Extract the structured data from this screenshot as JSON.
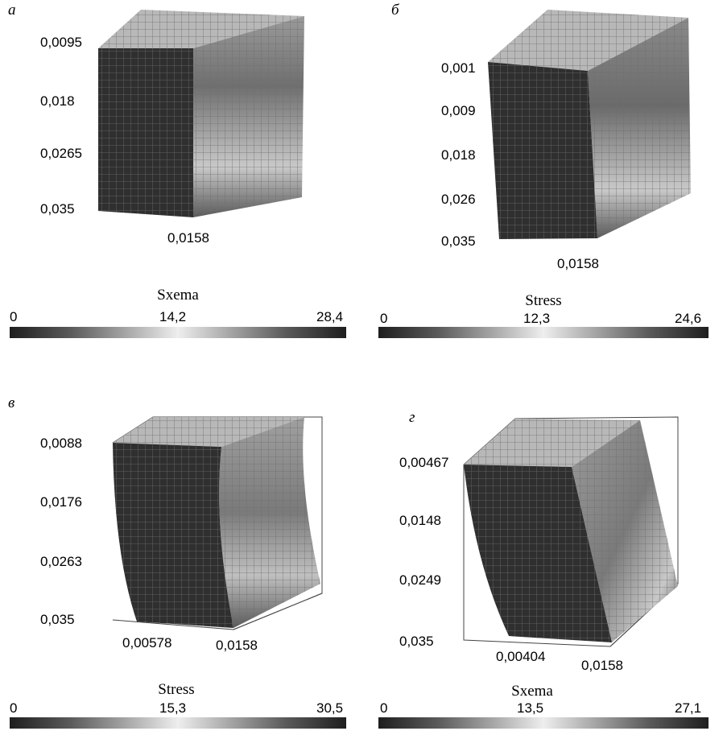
{
  "panels": [
    {
      "label": "а",
      "y_ticks": [
        "0,0095",
        "0,018",
        "0,0265",
        "0,035"
      ],
      "x_ticks": [
        "0,0158"
      ],
      "colorbar": {
        "title": "Sxema",
        "min": "0",
        "mid": "14,2",
        "max": "28,4"
      }
    },
    {
      "label": "б",
      "y_ticks": [
        "0,001",
        "0,009",
        "0,018",
        "0,026",
        "0,035"
      ],
      "x_ticks": [
        "0,0158"
      ],
      "colorbar": {
        "title": "Stress",
        "min": "0",
        "mid": "12,3",
        "max": "24,6"
      }
    },
    {
      "label": "в",
      "y_ticks": [
        "0,0088",
        "0,0176",
        "0,0263",
        "0,035"
      ],
      "x_ticks": [
        "0,00578",
        "0,0158"
      ],
      "colorbar": {
        "title": "Stress",
        "min": "0",
        "mid": "15,3",
        "max": "30,5"
      }
    },
    {
      "label": "г",
      "y_ticks": [
        "0,00467",
        "0,0148",
        "0,0249",
        "0,035"
      ],
      "x_ticks": [
        "0,00404",
        "0,0158"
      ],
      "colorbar": {
        "title": "Sxema",
        "min": "0",
        "mid": "13,5",
        "max": "27,1"
      }
    }
  ],
  "colors": {
    "mesh_line": "#6e6e6e",
    "front_face": "#2f2f2f",
    "side_face": "#8a8a8a",
    "top_face": "#b8b8b8"
  }
}
